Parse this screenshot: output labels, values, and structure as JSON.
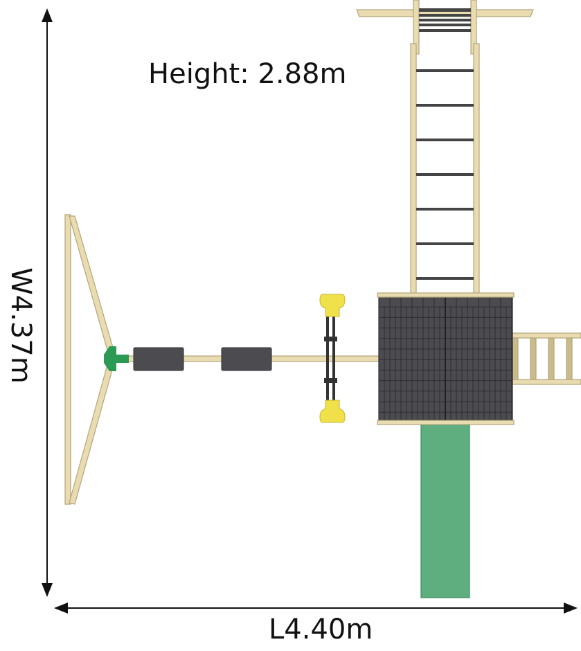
{
  "labels": {
    "height": "Height: 2.88m",
    "width": "W4.37m",
    "length": "L4.40m"
  },
  "colors": {
    "wood": "#e9dcb1",
    "wood_stroke": "#b3a47a",
    "roof": "#4b4b50",
    "slide": "#5fae7f",
    "trapeze": "#f0e04a",
    "bracket": "#2a9a55"
  },
  "ladder_rungs": 7
}
